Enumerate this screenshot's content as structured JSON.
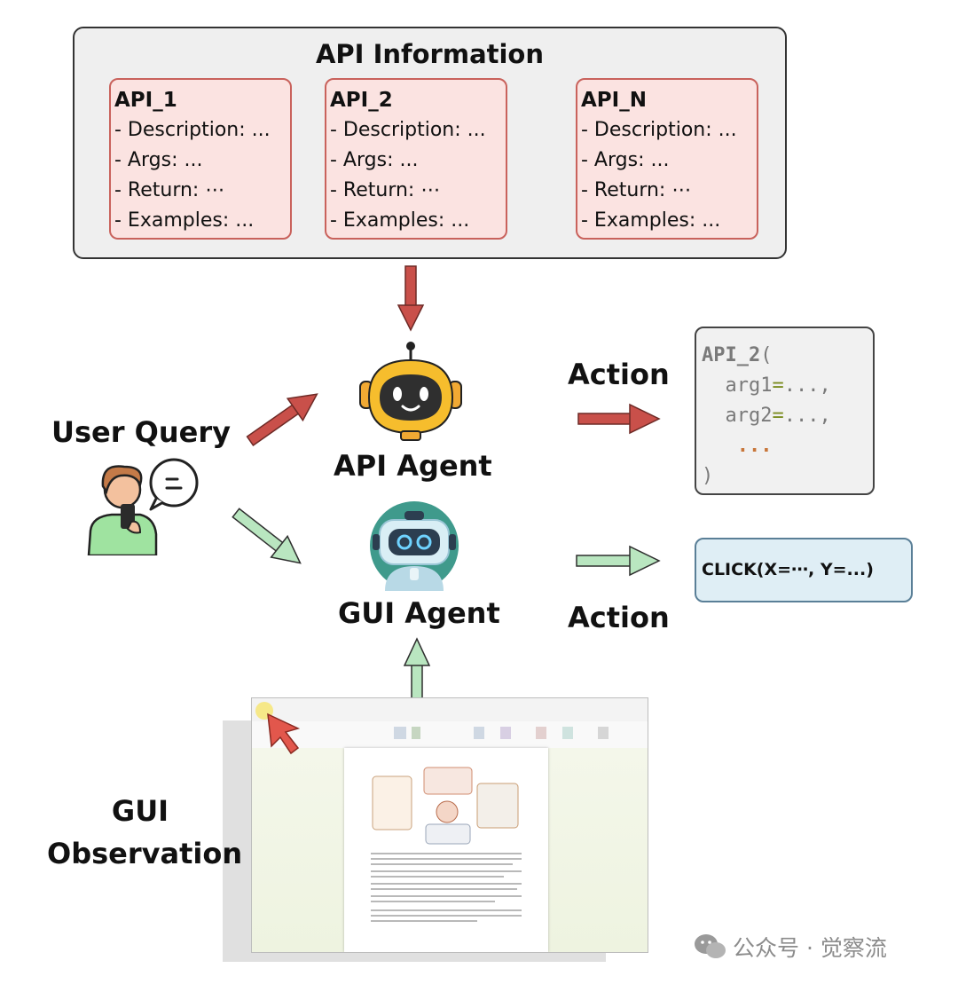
{
  "api_information": {
    "title": "API Information",
    "apis": [
      {
        "name": "API_1",
        "description": "- Description: ...",
        "args": "- Args: ...",
        "return": "- Return: ⋯",
        "examples": "- Examples: ..."
      },
      {
        "name": "API_2",
        "description": "- Description: ...",
        "args": "- Args: ...",
        "return": "- Return: ⋯",
        "examples": "- Examples: ..."
      },
      {
        "name": "API_N",
        "description": "- Description: ...",
        "args": "- Args: ...",
        "return": "- Return: ⋯",
        "examples": "- Examples: ..."
      }
    ]
  },
  "user_query_label": "User Query",
  "api_agent_label": "API Agent",
  "gui_agent_label": "GUI Agent",
  "gui_observation_label": [
    "GUI",
    "Observation"
  ],
  "action_label_top": "Action",
  "action_label_bottom": "Action",
  "code_output": {
    "line1_name": "API_2",
    "line1_paren": "(",
    "line2_arg": "arg1",
    "line2_eq": "=",
    "line2_val": "...,",
    "line3_arg": "arg2",
    "line3_eq": "=",
    "line3_val": "...,",
    "line4": "...",
    "line5": ")"
  },
  "click_output": "CLICK(X=⋯, Y=...)",
  "watermark": "公众号 · 觉察流",
  "icons": [
    "robot-api-agent-icon",
    "robot-gui-agent-icon",
    "user-with-phone-icon",
    "speech-bubble-icon",
    "mouse-cursor-icon",
    "wechat-icon"
  ],
  "colors": {
    "api_card_fill": "#fbe3e1",
    "api_card_border": "#c9625c",
    "red_arrow": "#c9504a",
    "green_arrow": "#b9e6c0",
    "click_box_fill": "#dfeef5"
  }
}
